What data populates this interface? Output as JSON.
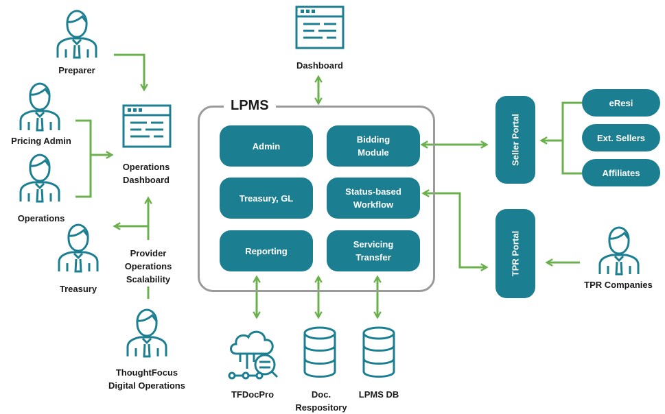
{
  "colors": {
    "teal": "#1c7f91",
    "green": "#6ab04c",
    "frame": "#9a9a9a",
    "text": "#1a1a1a"
  },
  "people": {
    "preparer": "Preparer",
    "pricing_admin": "Pricing Admin",
    "operations": "Operations",
    "treasury": "Treasury",
    "thoughtfocus": "ThoughtFocus\nDigital Operations",
    "tpr_companies": "TPR Companies"
  },
  "operations_dashboard": "Operations\nDashboard",
  "provider_ops": "Provider\nOperations\nScalability",
  "dashboard": "Dashboard",
  "lpms": {
    "title": "LPMS",
    "modules": {
      "admin": "Admin",
      "bidding": "Bidding\nModule",
      "treasury_gl": "Treasury, GL",
      "status_workflow": "Status-based\nWorkflow",
      "reporting": "Reporting",
      "servicing": "Servicing\nTransfer"
    }
  },
  "portals": {
    "seller": "Seller Portal",
    "tpr": "TPR Portal"
  },
  "sellers": {
    "eresi": "eResi",
    "ext_sellers": "Ext. Sellers",
    "affiliates": "Affiliates"
  },
  "storage": {
    "tfdocpro": "TFDocPro",
    "doc_repo": "Doc.\nRespository",
    "lpms_db": "LPMS DB"
  },
  "icons": [
    "person-icon",
    "dashboard-window-icon",
    "cloud-network-icon",
    "database-icon"
  ]
}
